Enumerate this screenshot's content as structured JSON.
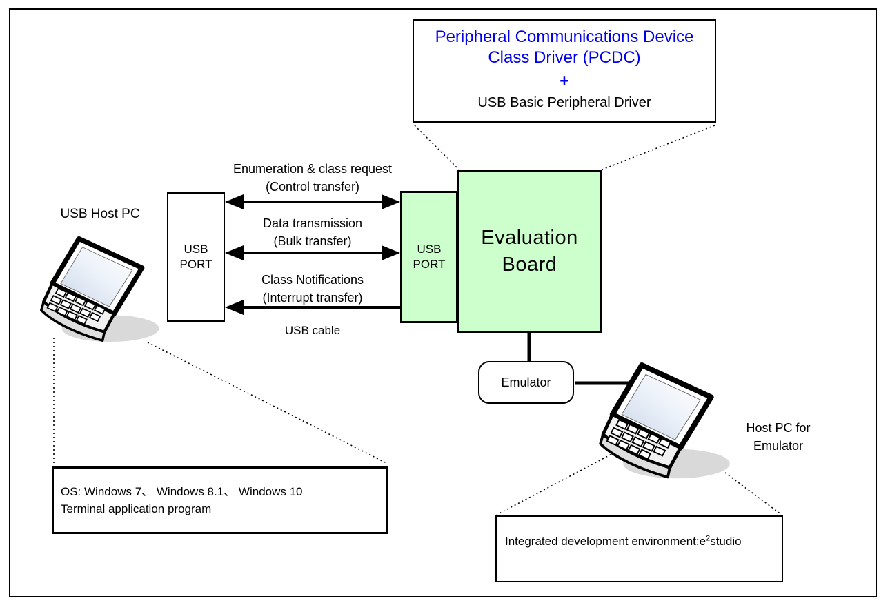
{
  "colors": {
    "accent-blue": "#0000ee",
    "board-green": "#ccffcc",
    "line-black": "#000000"
  },
  "top_box": {
    "title_line1": "Peripheral Communications Device",
    "title_line2": "Class Driver (PCDC)",
    "plus": "+",
    "subtitle": "USB Basic Peripheral Driver"
  },
  "host_pc": {
    "label": "USB Host PC"
  },
  "usb_port_left": {
    "line1": "USB",
    "line2": "PORT"
  },
  "usb_port_right": {
    "line1": "USB",
    "line2": "PORT"
  },
  "evaluation_board": {
    "line1": "Evaluation",
    "line2": "Board"
  },
  "transfers": [
    {
      "title": "Enumeration & class request",
      "subtitle": "(Control transfer)",
      "direction": "both"
    },
    {
      "title": "Data transmission",
      "subtitle": "(Bulk transfer)",
      "direction": "both"
    },
    {
      "title": "Class Notifications",
      "subtitle": "(Interrupt transfer)",
      "direction": "left"
    }
  ],
  "usb_cable_label": "USB cable",
  "emulator": {
    "label": "Emulator"
  },
  "emulator_pc": {
    "label_line1": "Host PC for",
    "label_line2": "Emulator"
  },
  "host_pc_note": {
    "line1": "OS: Windows 7、 Windows 8.1、 Windows 10",
    "line2": "Terminal application program"
  },
  "ide_note": {
    "prefix": "Integrated development environment:e",
    "sup": "2",
    "suffix": "studio"
  }
}
